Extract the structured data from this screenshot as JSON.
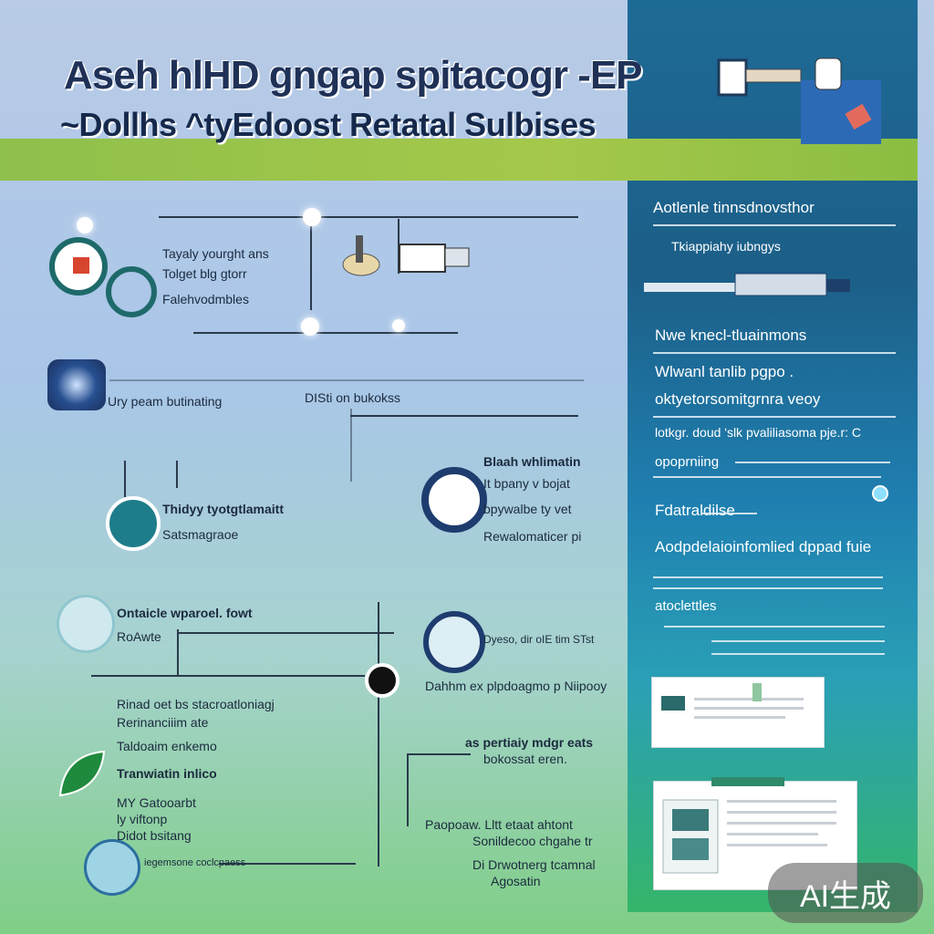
{
  "header": {
    "title_line1": "Aseh hlHD gngap spitacogr -EP",
    "title_line2": "~Dollhs ^tyEdoost Retatal Sulbises"
  },
  "left": {
    "block1": [
      "Tayaly yourght ans",
      "Tolget blg gtorr",
      "Falehvodmbles"
    ],
    "block2_label": "Ury peam butinating",
    "block2_center": "DISti on bukokss",
    "block3": [
      "Thidyy tyotgtlamaitt",
      "Satsmagraoe"
    ],
    "block4_title": "Blaah whlimatin",
    "block4": [
      "It bpany v bojat",
      "bpywalbe ty vet",
      "Rewalomaticer pi"
    ],
    "block5_title": "Ontaicle wparoel. fowt",
    "block5_sub": "RoAwte",
    "block5_right": "Dyeso, dir oIE tim STst",
    "block5_under": "Dahhm ex plpdoagmo p Niipooy",
    "block6": [
      "Rinad oet bs stacroatloniagj",
      "Rerinanciiim ate"
    ],
    "block6_b": "Taldoaim enkemo",
    "block6_c": "Tranwiatin inlico",
    "block7": [
      "MY Gatooarbt",
      "ly viftonp",
      "Didot bsitang"
    ],
    "block7_right_title": "as pertiaiy mdgr eats",
    "block7_right_sub": "bokossat eren.",
    "block8": [
      "Paopoaw. Lltt etaat ahtont",
      "Sonildecoo chgahe tr",
      "Di Drwotnerg tcamnal",
      "Agosatin"
    ],
    "block8_left": "iegemsone coclcpaess"
  },
  "right": {
    "heading1": "Aotlenle tinnsdnovsthor",
    "bullet1": "Tkiappiahy iubngys",
    "heading2": "Nwe knecl-tluainmons",
    "lines": [
      "Wlwanl tanlib pgpo .",
      "oktyetorsomitgrnra veoy",
      "lotkgr. doud 'slk pvaliliasoma pje.r: C",
      "opoprniing"
    ],
    "heading3": "Fdatraldilse",
    "line3": "Aodpdelaioinfomlied dppad fuie",
    "line4": "atoclettles"
  },
  "badge": "AI生成"
}
